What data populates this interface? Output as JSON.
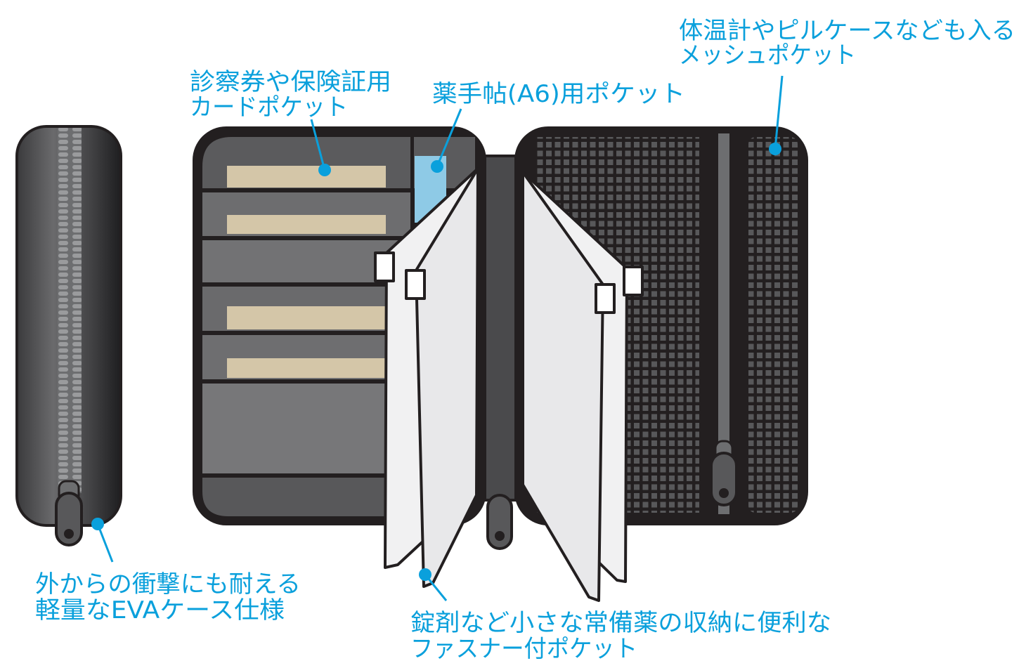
{
  "labels": {
    "mesh_pocket": [
      "体温計やピルケースなども入る",
      "メッシュポケット"
    ],
    "card_pocket": [
      "診察券や保険証用",
      "カードポケット"
    ],
    "notebook_pocket": "薬手帖(A6)用ポケット",
    "eva_case": [
      "外からの衝撃にも耐える",
      "軽量なEVAケース仕様"
    ],
    "zipper_pocket": [
      "錠剤など小さな常備薬の収納に便利な",
      "ファスナー付ポケット"
    ]
  },
  "colors": {
    "callout": "#0aa0dc",
    "case_black": "#231f20",
    "card": "#d4c6a8",
    "notebook": "#8ecae6",
    "page": "#e8e8ea"
  }
}
